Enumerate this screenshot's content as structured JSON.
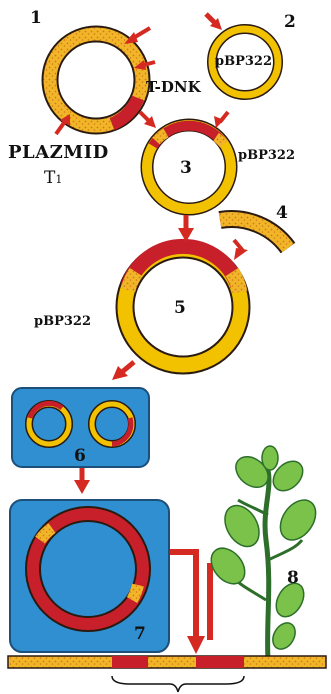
{
  "labels": {
    "step1": "1",
    "step2": "2",
    "step3": "3",
    "step4": "4",
    "step5": "5",
    "step6": "6",
    "step7": "7",
    "step8": "8",
    "plasmid_top": "pBP322",
    "plasmid_right": "pBP322",
    "plasmid_left": "pBP322",
    "t_dnk": "T-DNK",
    "plazmid": "PLAZMID",
    "t1": "T",
    "t1_sub": "1"
  },
  "colors": {
    "ring_yellow": "#f2c200",
    "ring_red": "#c8202a",
    "ring_outline": "#2a1a10",
    "cell_blue": "#2f8fd0",
    "arrow_red": "#d42a22",
    "leaf_green": "#7bc24a",
    "leaf_dark": "#2d6e2a",
    "chromosome_yellow": "#e9b930"
  }
}
